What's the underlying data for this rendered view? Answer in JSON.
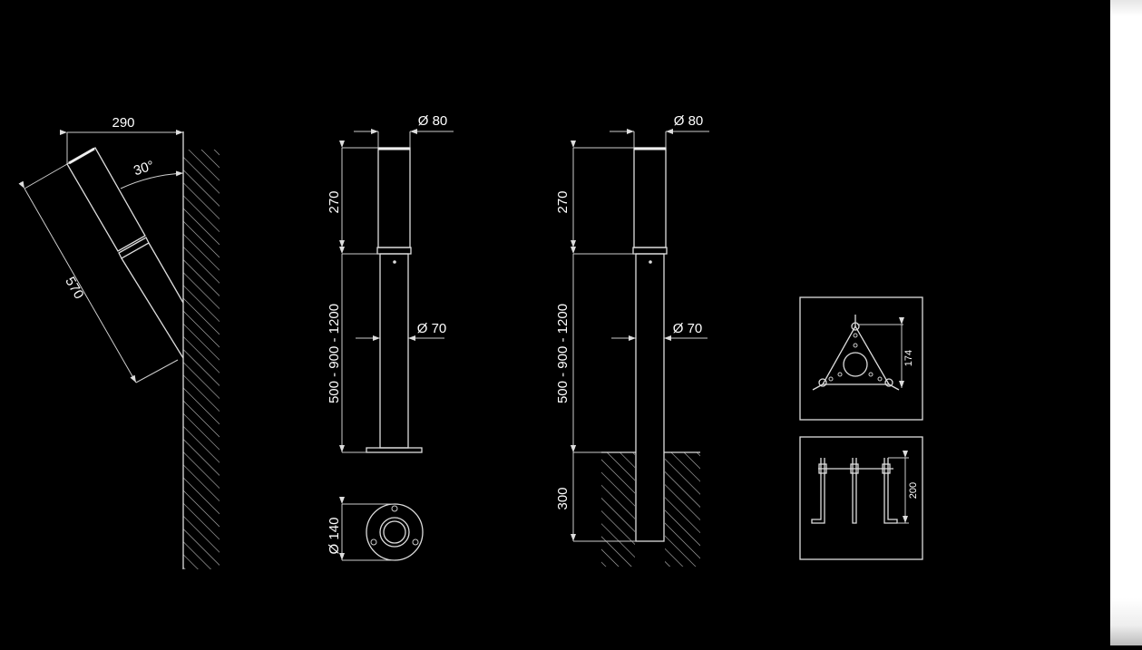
{
  "colors": {
    "background": "#000000",
    "lines": "#dddddd",
    "text": "#ffffff"
  },
  "wall_view": {
    "width": "290",
    "angle": "30°",
    "length": "570"
  },
  "standard_bollard": {
    "head_diameter": "Ø 80",
    "head_height": "270",
    "pole_diameter": "Ø 70",
    "pole_heights": "500 - 900 - 1200",
    "base_diameter": "Ø 140"
  },
  "buried_bollard": {
    "head_diameter": "Ø 80",
    "head_height": "270",
    "pole_diameter": "Ø 70",
    "pole_heights": "500 - 900 - 1200",
    "burial_depth": "300"
  },
  "anchor_plate": {
    "height": "174"
  },
  "anchor_bolts": {
    "height": "200"
  }
}
